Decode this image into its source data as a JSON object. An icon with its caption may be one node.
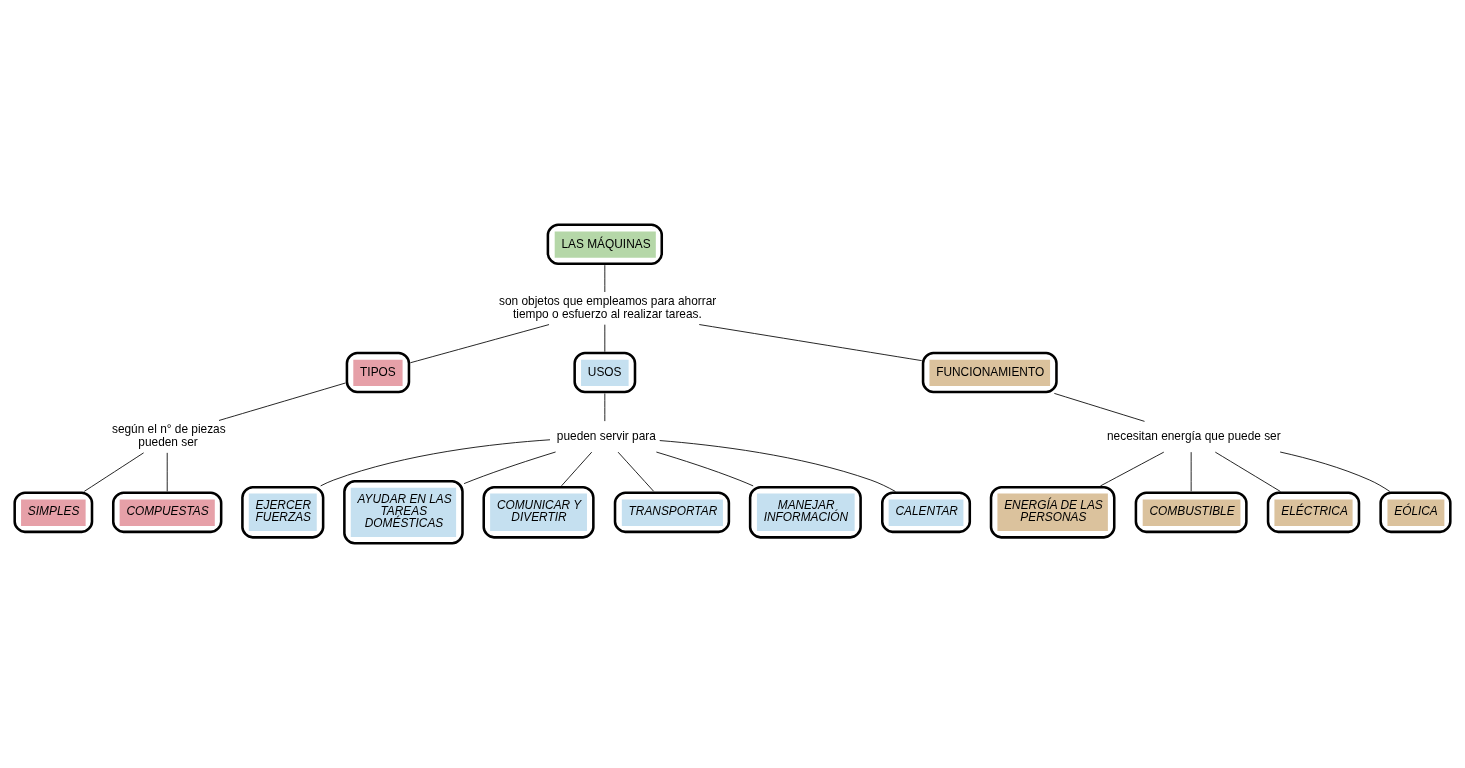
{
  "diagram": {
    "nodes": [
      {
        "text": [
          "LAS MÁQUINAS"
        ]
      },
      {
        "text": [
          "son objetos que empleamos para ahorrar tiempo o esfuerzo al realizar tareas."
        ]
      },
      {
        "text": [
          "TIPOS"
        ]
      },
      {
        "text": [
          "USOS"
        ]
      },
      {
        "text": [
          "FUNCIONAMIENTO"
        ]
      },
      {
        "text": [
          "según el n° de piezas pueden ser"
        ]
      },
      {
        "text": [
          "SIMPLES"
        ]
      },
      {
        "text": [
          "COMPUESTAS"
        ]
      },
      {
        "text": [
          "pueden servir para"
        ]
      },
      {
        "text": [
          "EJERCER FUERZAS"
        ]
      },
      {
        "text": [
          "AYUDAR EN LAS TAREAS DOMÉSTICAS"
        ]
      },
      {
        "text": [
          "COMUNICAR Y DIVERTIR"
        ]
      },
      {
        "text": [
          "TRANSPORTAR"
        ]
      },
      {
        "text": [
          "MANEJAR INFORMACIÓN"
        ]
      },
      {
        "text": [
          "CALENTAR"
        ]
      },
      {
        "text": [
          "necesitan energía que puede ser"
        ]
      },
      {
        "text": [
          "ENERGÍA DE LAS PERSONAS"
        ]
      },
      {
        "text": [
          "COMBUSTIBLE"
        ]
      },
      {
        "text": [
          "ELÉCTRICA"
        ]
      },
      {
        "text": [
          "EÓLICA"
        ]
      }
    ],
    "edges": [
      {
        "from": 0,
        "to": 1,
        "arrow": "none"
      },
      {
        "from": 1,
        "to": 2,
        "arrow": "none"
      },
      {
        "from": 1,
        "to": 3,
        "arrow": "none"
      },
      {
        "from": 1,
        "to": 4,
        "arrow": "none"
      },
      {
        "from": 2,
        "to": 5,
        "arrow": "none"
      },
      {
        "from": 5,
        "to": 6,
        "arrow": "none"
      },
      {
        "from": 5,
        "to": 7,
        "arrow": "none"
      },
      {
        "from": 3,
        "to": 8,
        "arrow": "none"
      },
      {
        "from": 8,
        "to": 9,
        "arrow": "none"
      },
      {
        "from": 8,
        "to": 10,
        "arrow": "none"
      },
      {
        "from": 8,
        "to": 11,
        "arrow": "none"
      },
      {
        "from": 8,
        "to": 12,
        "arrow": "none"
      },
      {
        "from": 8,
        "to": 13,
        "arrow": "none"
      },
      {
        "from": 8,
        "to": 14,
        "arrow": "none"
      },
      {
        "from": 4,
        "to": 15,
        "arrow": "none"
      },
      {
        "from": 15,
        "to": 16,
        "arrow": "none"
      },
      {
        "from": 15,
        "to": 17,
        "arrow": "none"
      },
      {
        "from": 15,
        "to": 18,
        "arrow": "none"
      },
      {
        "from": 15,
        "to": 19,
        "arrow": "none"
      }
    ]
  }
}
